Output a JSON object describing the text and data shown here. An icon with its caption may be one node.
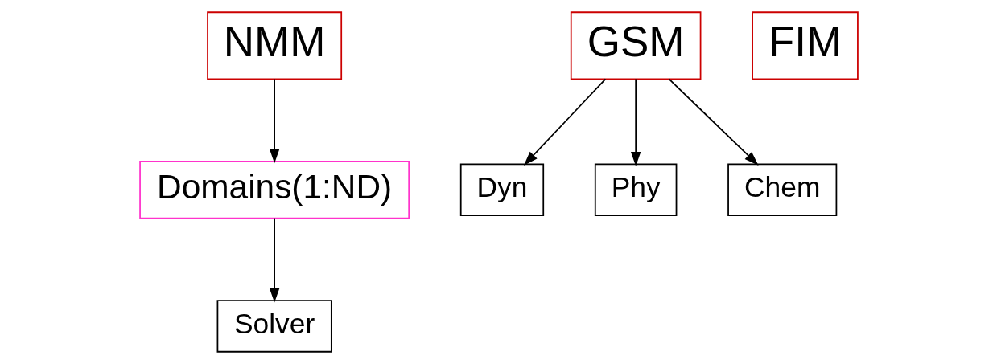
{
  "diagram": {
    "nodes": [
      {
        "text": [
          "NMM"
        ]
      },
      {
        "text": [
          "GSM"
        ]
      },
      {
        "text": [
          "FIM"
        ]
      },
      {
        "text": [
          "Domains(1:ND)"
        ]
      },
      {
        "text": [
          "Solver"
        ]
      },
      {
        "text": [
          "Dyn"
        ]
      },
      {
        "text": [
          "Phy"
        ]
      },
      {
        "text": [
          "Chem"
        ]
      }
    ],
    "edges": [
      {
        "from": 0,
        "to": 3,
        "arrow": "to"
      },
      {
        "from": 3,
        "to": 4,
        "arrow": "to"
      },
      {
        "from": 1,
        "to": 5,
        "arrow": "to"
      },
      {
        "from": 1,
        "to": 6,
        "arrow": "to"
      },
      {
        "from": 1,
        "to": 7,
        "arrow": "to"
      }
    ]
  }
}
